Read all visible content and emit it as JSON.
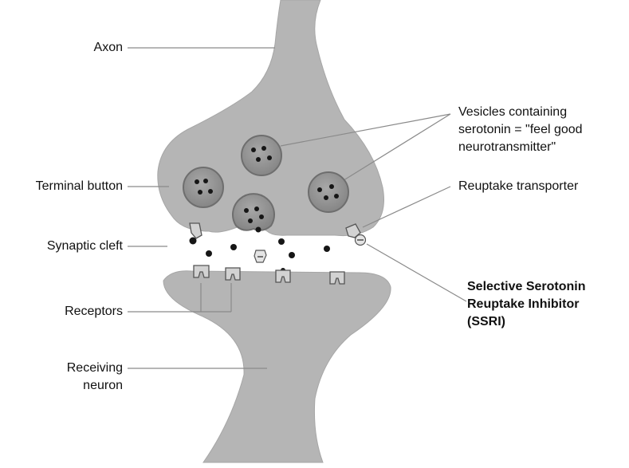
{
  "labels": {
    "axon": "Axon",
    "vesicles": [
      "Vesicles containing",
      "serotonin = \"feel good",
      "neurotransmitter\""
    ],
    "terminal_button": "Terminal button",
    "reuptake_transporter": "Reuptake transporter",
    "synaptic_cleft": "Synaptic cleft",
    "receptors": "Receptors",
    "ssri": [
      "Selective Serotonin",
      "Reuptake Inhibitor",
      "(SSRI)"
    ],
    "receiving_neuron": [
      "Receiving",
      "neuron"
    ]
  },
  "colors": {
    "neuron_fill": "#b5b5b5",
    "vesicle_fill": "#9a9a9a",
    "vesicle_outline": "#6e6e6e",
    "serotonin_dot": "#161616",
    "transporter_fill": "#d2d2d2",
    "leader_line": "#8a8a8a"
  }
}
